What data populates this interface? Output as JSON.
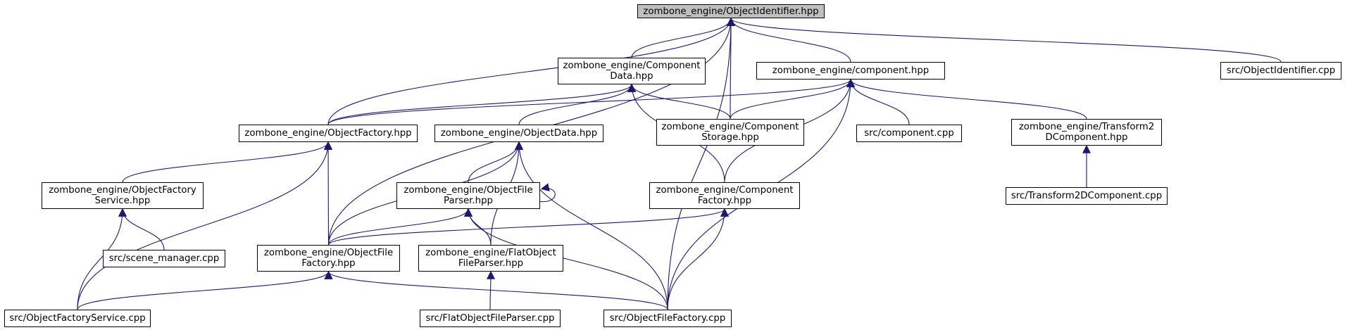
{
  "colors": {
    "edge": "#191970",
    "focus_fill": "#bfbfbf",
    "node_border": "#000000",
    "background": "#ffffff"
  },
  "nodes": [
    {
      "id": "oi_hpp",
      "lines": [
        "zombone_engine/ObjectIdentifier.hpp"
      ],
      "focus": true
    },
    {
      "id": "compdata_hpp",
      "lines": [
        "zombone_engine/Component",
        "Data.hpp"
      ]
    },
    {
      "id": "component_hpp",
      "lines": [
        "zombone_engine/component.hpp"
      ]
    },
    {
      "id": "oi_cpp",
      "lines": [
        "src/ObjectIdentifier.cpp"
      ]
    },
    {
      "id": "of_hpp",
      "lines": [
        "zombone_engine/ObjectFactory.hpp"
      ]
    },
    {
      "id": "od_hpp",
      "lines": [
        "zombone_engine/ObjectData.hpp"
      ]
    },
    {
      "id": "cs_hpp",
      "lines": [
        "zombone_engine/Component",
        "Storage.hpp"
      ]
    },
    {
      "id": "component_cpp",
      "lines": [
        "src/component.cpp"
      ]
    },
    {
      "id": "t2d_hpp",
      "lines": [
        "zombone_engine/Transform2",
        "DComponent.hpp"
      ]
    },
    {
      "id": "ofs_hpp",
      "lines": [
        "zombone_engine/ObjectFactory",
        "Service.hpp"
      ]
    },
    {
      "id": "ofp_hpp",
      "lines": [
        "zombone_engine/ObjectFile",
        "Parser.hpp"
      ]
    },
    {
      "id": "cf_hpp",
      "lines": [
        "zombone_engine/Component",
        "Factory.hpp"
      ]
    },
    {
      "id": "t2d_cpp",
      "lines": [
        "src/Transform2DComponent.cpp"
      ]
    },
    {
      "id": "scene_cpp",
      "lines": [
        "src/scene_manager.cpp"
      ]
    },
    {
      "id": "off_hpp",
      "lines": [
        "zombone_engine/ObjectFile",
        "Factory.hpp"
      ]
    },
    {
      "id": "fofp_hpp",
      "lines": [
        "zombone_engine/FlatObject",
        "FileParser.hpp"
      ]
    },
    {
      "id": "ofs_cpp",
      "lines": [
        "src/ObjectFactoryService.cpp"
      ]
    },
    {
      "id": "fofp_cpp",
      "lines": [
        "src/FlatObjectFileParser.cpp"
      ]
    },
    {
      "id": "off_cpp",
      "lines": [
        "src/ObjectFileFactory.cpp"
      ]
    }
  ],
  "edges": [
    {
      "from": "compdata_hpp",
      "to": "oi_hpp"
    },
    {
      "from": "component_hpp",
      "to": "oi_hpp"
    },
    {
      "from": "oi_cpp",
      "to": "oi_hpp"
    },
    {
      "from": "of_hpp",
      "to": "oi_hpp"
    },
    {
      "from": "cs_hpp",
      "to": "oi_hpp"
    },
    {
      "from": "off_hpp",
      "to": "oi_hpp"
    },
    {
      "from": "off_cpp",
      "to": "oi_hpp"
    },
    {
      "from": "of_hpp",
      "to": "compdata_hpp"
    },
    {
      "from": "od_hpp",
      "to": "compdata_hpp"
    },
    {
      "from": "cs_hpp",
      "to": "compdata_hpp"
    },
    {
      "from": "cf_hpp",
      "to": "compdata_hpp"
    },
    {
      "from": "of_hpp",
      "to": "component_hpp"
    },
    {
      "from": "cs_hpp",
      "to": "component_hpp"
    },
    {
      "from": "component_cpp",
      "to": "component_hpp"
    },
    {
      "from": "t2d_hpp",
      "to": "component_hpp"
    },
    {
      "from": "cf_hpp",
      "to": "component_hpp"
    },
    {
      "from": "off_cpp",
      "to": "component_hpp"
    },
    {
      "from": "ofs_hpp",
      "to": "of_hpp"
    },
    {
      "from": "off_hpp",
      "to": "of_hpp"
    },
    {
      "from": "ofs_cpp",
      "to": "of_hpp"
    },
    {
      "from": "ofp_hpp",
      "to": "od_hpp"
    },
    {
      "from": "off_hpp",
      "to": "od_hpp"
    },
    {
      "from": "fofp_hpp",
      "to": "od_hpp"
    },
    {
      "from": "off_cpp",
      "to": "od_hpp"
    },
    {
      "from": "t2d_cpp",
      "to": "t2d_hpp"
    },
    {
      "from": "scene_cpp",
      "to": "ofs_hpp"
    },
    {
      "from": "ofs_cpp",
      "to": "ofs_hpp"
    },
    {
      "from": "ofp_hpp",
      "to": "ofp_hpp"
    },
    {
      "from": "off_hpp",
      "to": "ofp_hpp"
    },
    {
      "from": "fofp_hpp",
      "to": "ofp_hpp"
    },
    {
      "from": "off_cpp",
      "to": "ofp_hpp"
    },
    {
      "from": "off_hpp",
      "to": "cf_hpp"
    },
    {
      "from": "off_cpp",
      "to": "cf_hpp"
    },
    {
      "from": "ofs_cpp",
      "to": "off_hpp"
    },
    {
      "from": "off_cpp",
      "to": "off_hpp"
    },
    {
      "from": "fofp_cpp",
      "to": "fofp_hpp"
    }
  ]
}
